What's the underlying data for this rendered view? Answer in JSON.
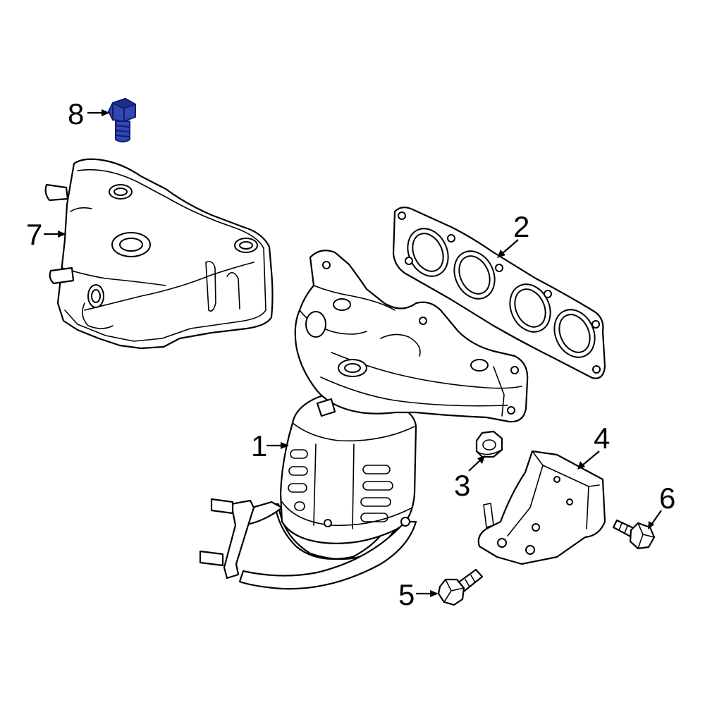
{
  "diagram": {
    "colors": {
      "line": "#000000",
      "background": "#ffffff",
      "highlight": "#3446b4",
      "highlight_shade": "#1f2d8a"
    },
    "highlighted_part": "8",
    "callouts": [
      {
        "id": "1",
        "label": "1",
        "part": "exhaust-manifold-catalytic-converter"
      },
      {
        "id": "2",
        "label": "2",
        "part": "manifold-gasket"
      },
      {
        "id": "3",
        "label": "3",
        "part": "nut"
      },
      {
        "id": "4",
        "label": "4",
        "part": "support-bracket"
      },
      {
        "id": "5",
        "label": "5",
        "part": "bracket-bolt"
      },
      {
        "id": "6",
        "label": "6",
        "part": "bracket-bolt"
      },
      {
        "id": "7",
        "label": "7",
        "part": "heat-shield"
      },
      {
        "id": "8",
        "label": "8",
        "part": "heat-shield-bolt"
      }
    ]
  }
}
